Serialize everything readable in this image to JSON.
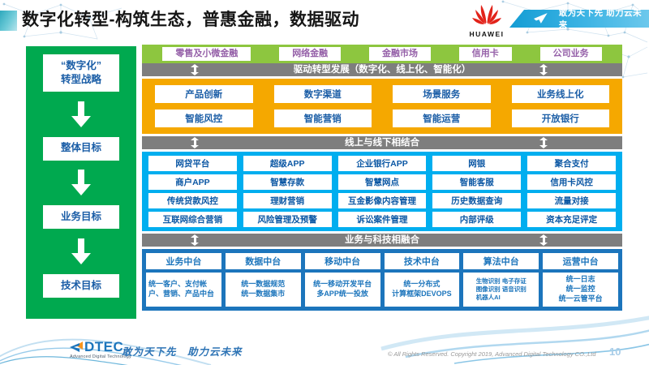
{
  "title": "数字化转型-构筑生态，普惠金融，数据驱动",
  "header": {
    "huawei_name": "HUAWEI",
    "banner_slogan": "敢为天下先 助力云未来"
  },
  "colors": {
    "sidebar_green": "#00A94F",
    "row_green": "#8DC63F",
    "band_gray": "#7E7E7E",
    "yellow": "#F5A800",
    "bright_blue": "#00AEEF",
    "dark_blue": "#1C75BC",
    "box_text_blue": "#1A5DA6",
    "green_row_text_purple": "#9560A8",
    "huawei_red": "#E2231A"
  },
  "sidebar": {
    "items": [
      "“数字化”\n转型战略",
      "整体目标",
      "业务目标",
      "技术目标"
    ]
  },
  "green_row": {
    "items": [
      "零售及小微金融",
      "网络金融",
      "金融市场",
      "信用卡",
      "公司业务"
    ]
  },
  "bands": {
    "drive": "驱动转型发展（数字化、线上化、智能化）",
    "online_offline": "线上与线下相结合",
    "biz_tech": "业务与科技相融合"
  },
  "yellow_section": {
    "items": [
      "产品创新",
      "数字渠道",
      "场景服务",
      "业务线上化",
      "智能风控",
      "智能营销",
      "智能运营",
      "开放银行"
    ]
  },
  "blue_section": {
    "items": [
      "网贷平台",
      "超级APP",
      "企业银行APP",
      "网银",
      "聚合支付",
      "商户APP",
      "智慧存款",
      "智慧网点",
      "智能客服",
      "信用卡风控",
      "传统贷款风控",
      "理财营销",
      "互金影像内容管理",
      "历史数据查询",
      "流量对接",
      "互联网综合营销",
      "风险管理及预警",
      "诉讼案件管理",
      "内部评级",
      "资本充足评定"
    ]
  },
  "platforms": {
    "columns": [
      {
        "title": "业务中台",
        "detail": "统一客户、支付帐户、营销、产品中台"
      },
      {
        "title": "数据中台",
        "detail": "统一数据规范\n统一数据集市"
      },
      {
        "title": "移动中台",
        "detail": "统一移动开发平台\n多APP统一投放"
      },
      {
        "title": "技术中台",
        "detail": "统一分布式\n计算框架DEVOPS"
      },
      {
        "title": "算法中台",
        "detail": "生物识别 电子存证\n图像识别 语音识别\n机器人AI"
      },
      {
        "title": "运营中台",
        "detail": "统一日志\n统一监控\n统一云管平台"
      }
    ]
  },
  "footer": {
    "dtec_word": "DTEC",
    "dtec_sub": "Advanced Digital Technology",
    "slogan": "敢为天下先　助力云未来",
    "copyright": "© All Rights Reserved. Copyright 2019, Advanced Digital Technology CO.,Ltd",
    "page_number": "10"
  }
}
